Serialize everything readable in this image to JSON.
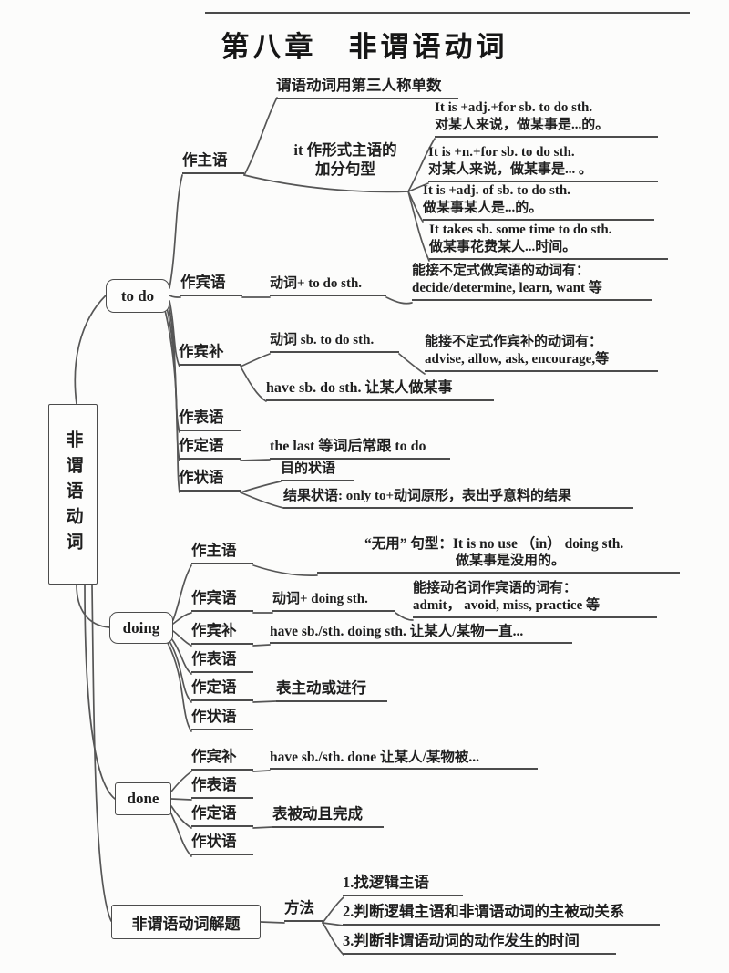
{
  "title": "第八章　非谓语动词",
  "root": "非谓语动词",
  "todo": {
    "node": "to do",
    "subject": {
      "label": "作主语",
      "note": "谓语动词用第三人称单数",
      "it_line1": "it 作形式主语的",
      "it_line2": "加分句型",
      "patterns": [
        {
          "en": "It is +adj.+for sb. to do sth.",
          "zh": "对某人来说，做某事是...的。"
        },
        {
          "en": "It is +n.+for sb. to do sth.",
          "zh": "对某人来说，做某事是... 。"
        },
        {
          "en": "It is +adj. of sb. to do sth.",
          "zh": "做某事某人是...的。"
        },
        {
          "en": "It takes sb. some time to do sth.",
          "zh": "做某事花费某人...时间。"
        }
      ]
    },
    "object": {
      "label": "作宾语",
      "pattern": "动词+ to do sth.",
      "verbs_title": "能接不定式做宾语的动词有：",
      "verbs": "decide/determine, learn, want 等"
    },
    "obj_comp": {
      "label": "作宾补",
      "pattern": "动词 sb. to do sth.",
      "verbs_title": "能接不定式作宾补的动词有：",
      "verbs": "advise, allow, ask, encourage,等",
      "have": "have sb. do sth. 让某人做某事"
    },
    "predicative": {
      "label": "作表语"
    },
    "attributive": {
      "label": "作定语",
      "note": "the last 等词后常跟 to do"
    },
    "adverbial": {
      "label": "作状语",
      "purpose": "目的状语",
      "result": "结果状语: only to+动词原形，表出乎意料的结果"
    }
  },
  "doing": {
    "node": "doing",
    "subject": {
      "label": "作主语",
      "line1": "“无用” 句型：It is no use （in） doing sth.",
      "line2": "做某事是没用的。"
    },
    "object": {
      "label": "作宾语",
      "pattern": "动词+ doing sth.",
      "verbs_title": "能接动名词作宾语的词有：",
      "verbs": "admit， avoid, miss, practice 等"
    },
    "obj_comp": {
      "label": "作宾补",
      "note": "have sb./sth. doing sth.  让某人/某物一直..."
    },
    "predicative": {
      "label": "作表语"
    },
    "attributive": {
      "label": "作定语",
      "note": "表主动或进行"
    },
    "adverbial": {
      "label": "作状语"
    }
  },
  "done": {
    "node": "done",
    "obj_comp": {
      "label": "作宾补",
      "note": "have sb./sth. done  让某人/某物被..."
    },
    "predicative": {
      "label": "作表语"
    },
    "attributive": {
      "label": "作定语",
      "note": "表被动且完成"
    },
    "adverbial": {
      "label": "作状语"
    }
  },
  "solving": {
    "node": "非谓语动词解题",
    "method": "方法",
    "steps": [
      "1.找逻辑主语",
      "2.判断逻辑主语和非谓语动词的主被动关系",
      "3.判断非谓语动词的动作发生的时间"
    ]
  },
  "colors": {
    "line": "#565656",
    "text": "#1e1e1e",
    "background": "#fcfcfb"
  }
}
